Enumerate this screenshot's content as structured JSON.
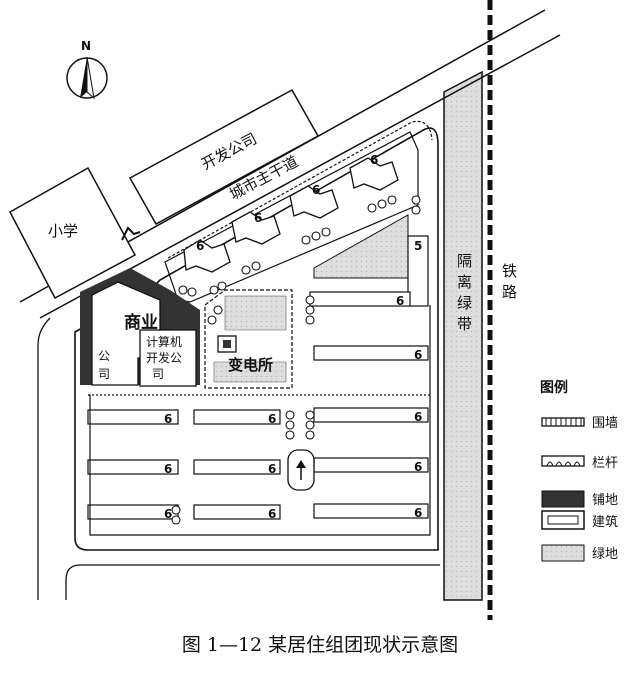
{
  "labels": {
    "school": "小学",
    "dev_company": "开发公司",
    "main_road": "城市主干道",
    "commerce": "商业",
    "company": "公",
    "company2": "司",
    "computer_co_1": "计算机",
    "computer_co_2": "开发公",
    "computer_co_3": "司",
    "substation": "变电所",
    "green_belt": [
      "隔",
      "离",
      "绿",
      "带"
    ],
    "railway": [
      "铁",
      "路"
    ],
    "north": "N"
  },
  "building_numbers": {
    "six": "6",
    "five": "5"
  },
  "legend": {
    "title": "图例",
    "items": [
      {
        "key": "wall",
        "label": "围墙"
      },
      {
        "key": "railing",
        "label": "栏杆"
      },
      {
        "key": "paving",
        "label": "铺地"
      },
      {
        "key": "building",
        "label": "建筑"
      },
      {
        "key": "green",
        "label": "绿地"
      }
    ]
  },
  "caption": "图 1—12   某居住组团现状示意图",
  "colors": {
    "line": "#111111",
    "paving": "#333333",
    "green": "#d9d9d9",
    "background": "#ffffff"
  }
}
